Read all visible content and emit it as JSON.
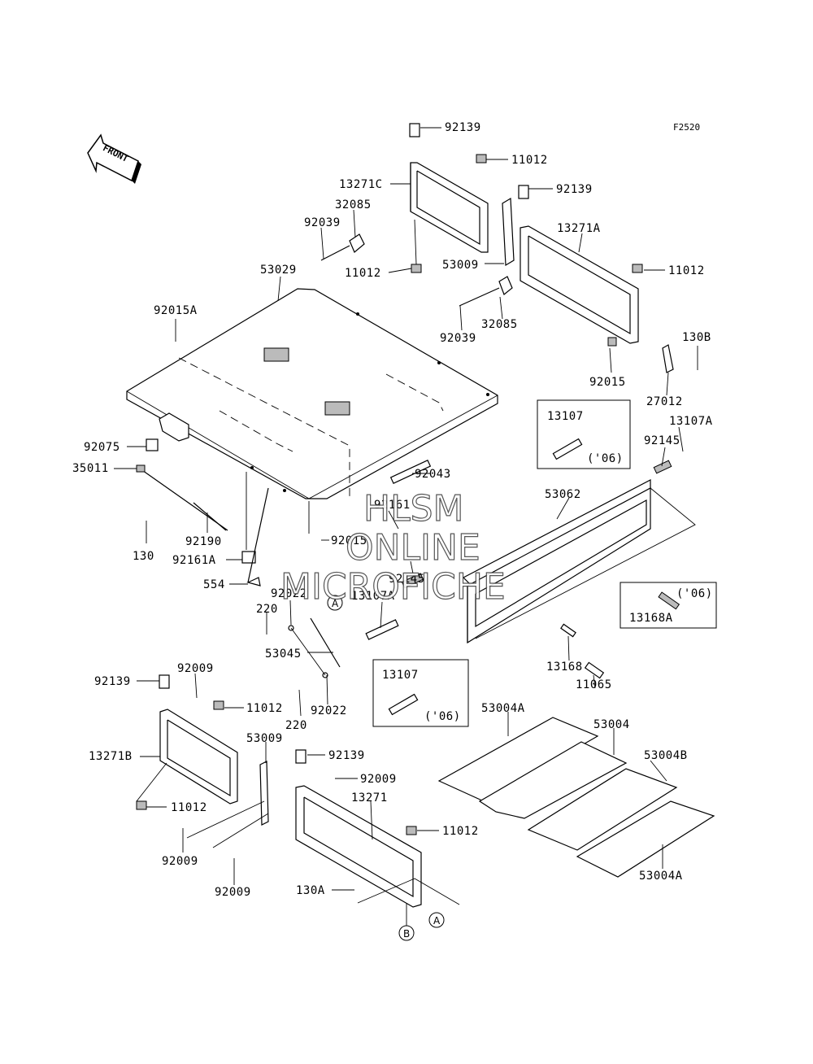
{
  "figure_code": "F2520",
  "front_arrow": "FRONT",
  "watermark": {
    "line1": "HLSM",
    "line2": "ONLINE",
    "line3": "MICROFICHE"
  },
  "callouts": {
    "a": "A",
    "b": "B"
  },
  "inset_note": "('06)",
  "parts": {
    "p92139_top": "92139",
    "p11012_top": "11012",
    "p13271C": "13271C",
    "p92139_mid": "92139",
    "p32085_left": "32085",
    "p13271A": "13271A",
    "p92039_left": "92039",
    "p11012_left": "11012",
    "p53009_top": "53009",
    "p11012_right": "11012",
    "p53029": "53029",
    "p92015A": "92015A",
    "p92039_right": "92039",
    "p32085_right": "32085",
    "p130B": "130B",
    "p92015_right": "92015",
    "p27012": "27012",
    "p13107A_top": "13107A",
    "p92145_top": "92145",
    "p92075": "92075",
    "p35011": "35011",
    "p92043": "92043",
    "p53062": "53062",
    "p92161": "92161",
    "p130": "130",
    "p92190": "92190",
    "p92015_mid": "92015",
    "p92161A": "92161A",
    "p92145_mid": "92145",
    "p554": "554",
    "p92022_top": "92022",
    "p220_top": "220",
    "p13107A_mid": "13107A",
    "p53045": "53045",
    "p13168": "13168",
    "p11065": "11065",
    "p92139_lower": "92139",
    "p92009_top": "92009",
    "p11012_lower": "11012",
    "p92022_bottom": "92022",
    "p220_bottom": "220",
    "p53004A_top": "53004A",
    "p53004": "53004",
    "p53009_lower": "53009",
    "p13271B": "13271B",
    "p92139_front": "92139",
    "p53004B": "53004B",
    "p92009_right": "92009",
    "p13271": "13271",
    "p11012_bl": "11012",
    "p11012_front": "11012",
    "p92009_left": "92009",
    "p92009_bottom": "92009",
    "p53004A_bottom": "53004A",
    "p130A": "130A"
  },
  "insets": {
    "i13107_top": "13107",
    "i13168A": "13168A",
    "i13107_bottom": "13107"
  }
}
